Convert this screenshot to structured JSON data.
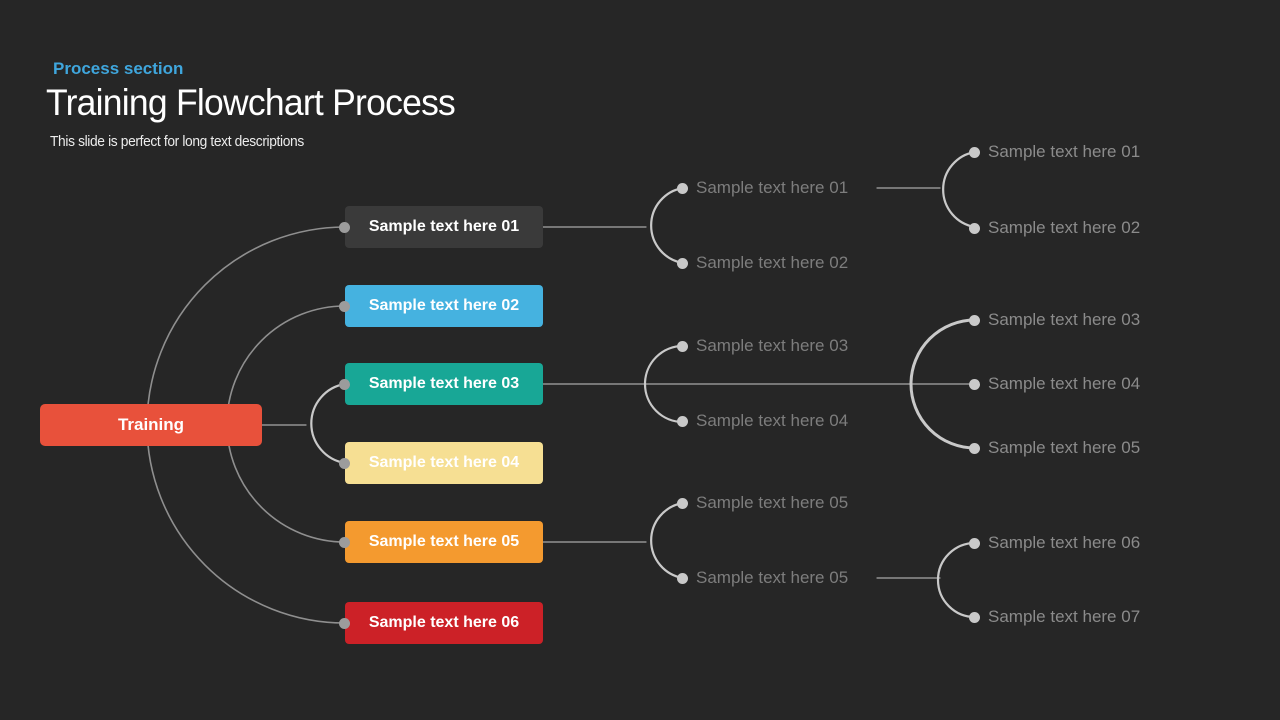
{
  "header": {
    "kicker": "Process section",
    "title": "Training Flowchart Process",
    "subtitle": "This slide is perfect for long text descriptions"
  },
  "root": {
    "label": "Training",
    "color": "#e8513b"
  },
  "level1": [
    {
      "label": "Sample text here 01",
      "color": "#3a3a3a"
    },
    {
      "label": "Sample text here 02",
      "color": "#45b2e0"
    },
    {
      "label": "Sample text here 03",
      "color": "#18a796"
    },
    {
      "label": "Sample text here 04",
      "color": "#f6df93"
    },
    {
      "label": "Sample text here 05",
      "color": "#f49a2f"
    },
    {
      "label": "Sample text here 06",
      "color": "#cc2127"
    }
  ],
  "level2": [
    {
      "label": "Sample text here 01"
    },
    {
      "label": "Sample text here 02"
    },
    {
      "label": "Sample text here 03"
    },
    {
      "label": "Sample text here 04"
    },
    {
      "label": "Sample text here 05"
    },
    {
      "label": "Sample text here 05"
    }
  ],
  "level3": [
    {
      "label": "Sample text here 01"
    },
    {
      "label": "Sample text here 02"
    },
    {
      "label": "Sample text here 03"
    },
    {
      "label": "Sample text here 04"
    },
    {
      "label": "Sample text here 05"
    },
    {
      "label": "Sample text here 06"
    },
    {
      "label": "Sample text here 07"
    }
  ],
  "colors": {
    "background": "#262626",
    "kicker_text": "#3fa6dd",
    "title_text": "#ffffff",
    "subtitle_text": "#ececec",
    "level2_text": "#7d7d7d",
    "level3_text": "#8b8b8b",
    "connector_line": "#a8a8a8",
    "connector_arc": "#c9c9c9",
    "dot": "#c9c9c9"
  }
}
